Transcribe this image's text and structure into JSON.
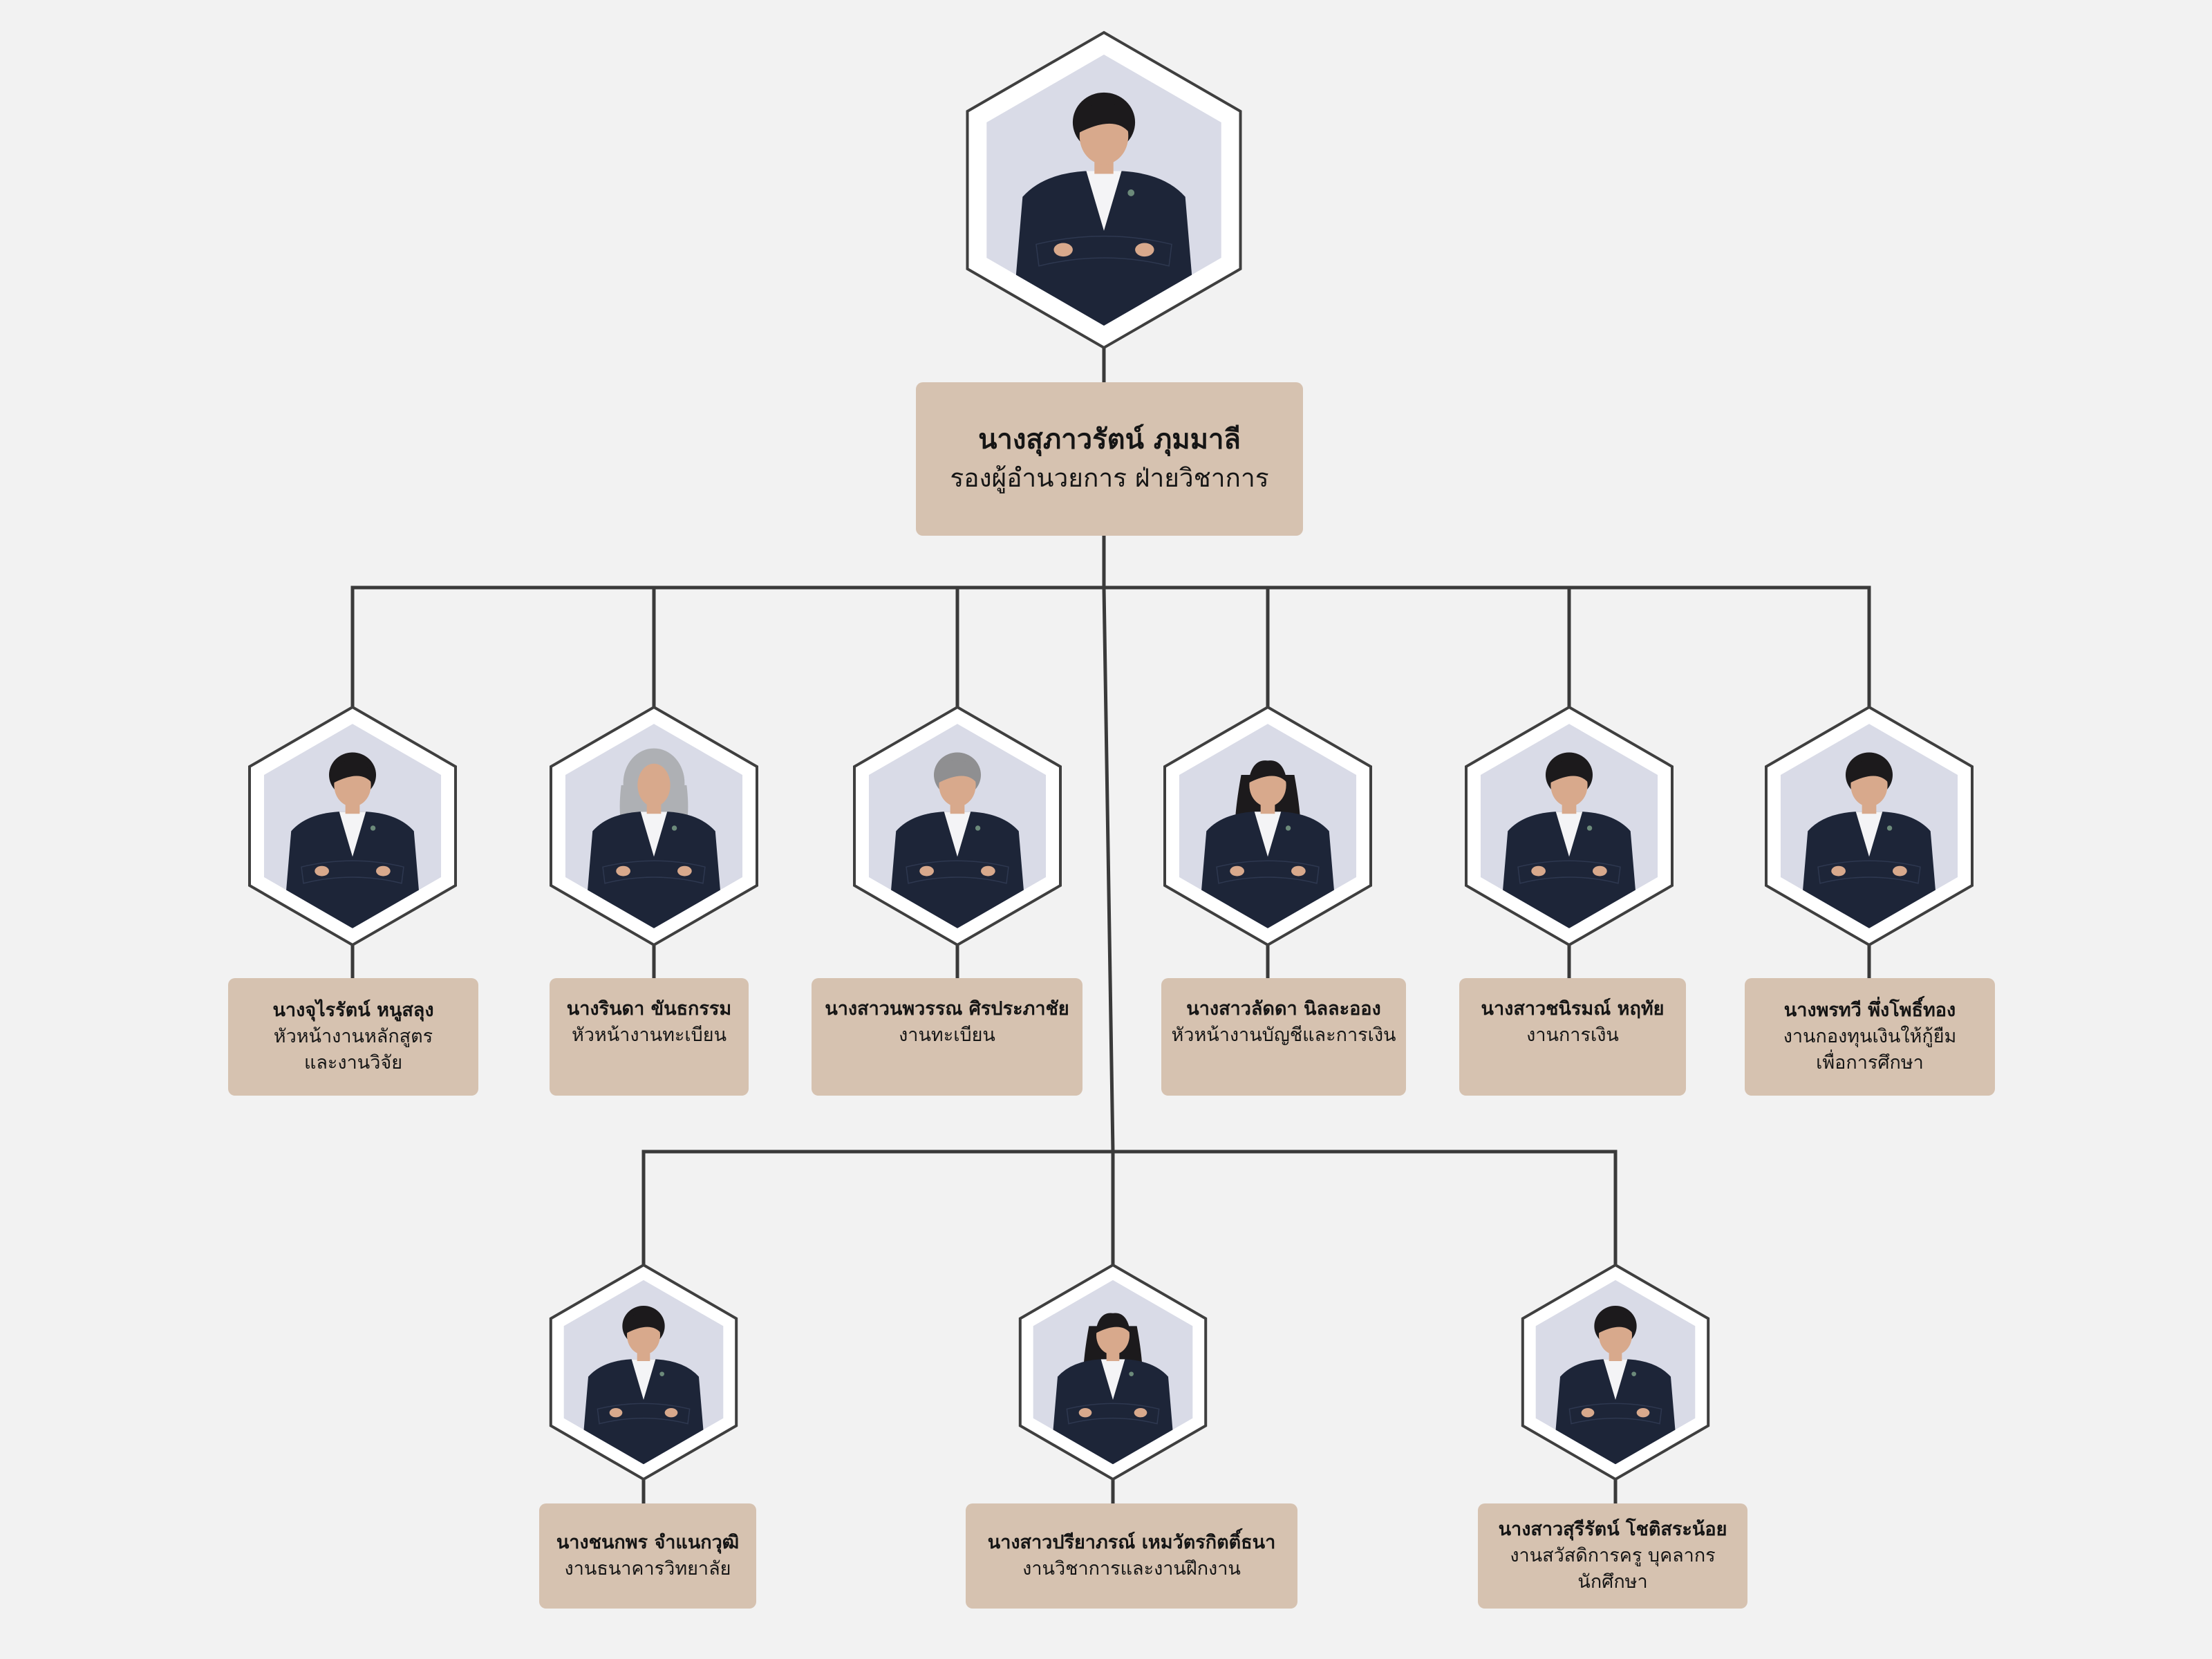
{
  "head": {
    "name": "นางสุภาวรัตน์ ภุมมาลี",
    "role": "รองผู้อำนวยการ ฝ่ายวิชาการ"
  },
  "row1": [
    {
      "name": "นางจุไรรัตน์ หนูสลุง",
      "role_lines": [
        "หัวหน้างานหลักสูตร",
        "และงานวิจัย"
      ]
    },
    {
      "name": "นางรินดา ขันธกรรม",
      "role_lines": [
        "หัวหน้างานทะเบียน"
      ]
    },
    {
      "name": "นางสาวนพวรรณ ศิรประภาชัย",
      "role_lines": [
        "งานทะเบียน"
      ]
    },
    {
      "name": "นางสาวลัดดา นิลละออง",
      "role_lines": [
        "หัวหน้างานบัญชีและการเงิน"
      ]
    },
    {
      "name": "นางสาวชนิรมณ์ หฤทัย",
      "role_lines": [
        "งานการเงิน"
      ]
    },
    {
      "name": "นางพรทวี พึ่งโพธิ์ทอง",
      "role_lines": [
        "งานกองทุนเงินให้กู้ยืม",
        "เพื่อการศึกษา"
      ]
    }
  ],
  "row2": [
    {
      "name": "นางชนกพร จำแนกวุฒิ",
      "role_lines": [
        "งานธนาคารวิทยาลัย"
      ]
    },
    {
      "name": "นางสาวปรียาภรณ์ เหมวัตรกิตติ์ธนา",
      "role_lines": [
        "งานวิชาการและงานฝึกงาน"
      ]
    },
    {
      "name": "นางสาวสุรีรัตน์ โชติสระน้อย",
      "role_lines": [
        "งานสวัสดิการครู บุคลากร",
        "นักศึกษา"
      ]
    }
  ],
  "colors": {
    "background": "#f2f2f2",
    "card": "#d6c2b0",
    "connector": "#3a3a3a",
    "photo_backdrop": "#d9dbe7",
    "suit": "#1d2538"
  },
  "icons": {
    "portrait": "person-portrait-icon",
    "photo_frame": "hexagon-frame"
  }
}
